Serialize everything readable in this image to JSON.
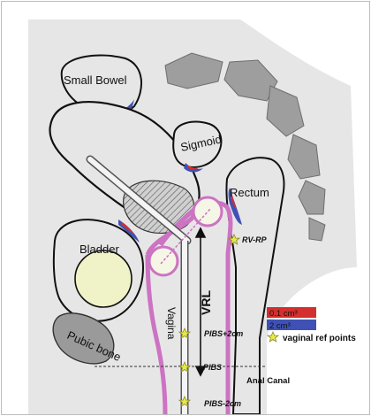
{
  "labels": {
    "small_bowel": "Small Bowel",
    "sigmoid": "Sigmoid",
    "rectum": "Rectum",
    "bladder": "Bladder",
    "pubic_bone": "Pubic bone",
    "vagina": "Vagina",
    "vrl": "VRL",
    "anal_canal": "Anal Canal"
  },
  "reference_points": {
    "rv_rp": "RV-RP",
    "pibs_plus_2cm": "PIBS+2cm",
    "pibs": "PIBS",
    "pibs_minus_2cm": "PIBS-2cm"
  },
  "legend": {
    "items": [
      {
        "label": "0.1 cm³",
        "color": "#d32f2f",
        "kind": "swatch"
      },
      {
        "label": "2 cm³",
        "color": "#3f51b5",
        "kind": "swatch"
      },
      {
        "label": "vaginal ref points",
        "color": "#e8e84a",
        "kind": "star"
      }
    ]
  },
  "colors": {
    "tissue": "#e6e6e6",
    "pubic_bone": "#9a9a9a",
    "vertebrae": "#9e9e9e",
    "vagina_outline": "#cc73c2",
    "ovoid": "#f6f6e6",
    "dose_high": "#d32f2f",
    "dose_low": "#3f51b5",
    "star": "#e8e84a"
  }
}
